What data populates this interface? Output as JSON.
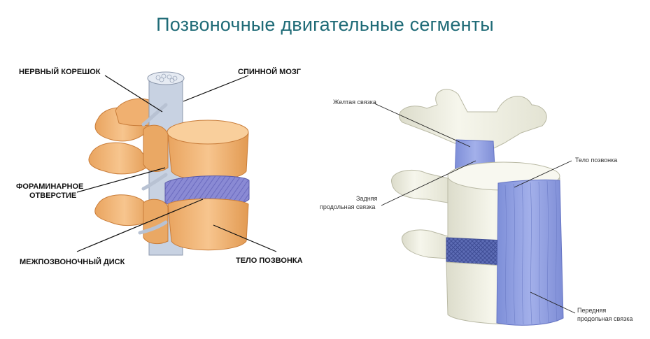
{
  "title": "Позвоночные двигательные сегменты",
  "left_figure": {
    "labels": {
      "nerve_root": "НЕРВНЫЙ КОРЕШОК",
      "spinal_cord": "СПИННОЙ МОЗГ",
      "foraminal_line1": "ФОРАМИНАРНОЕ",
      "foraminal_line2": "ОТВЕРСТИЕ",
      "disc": "МЕЖПОЗВОНОЧНЫЙ ДИСК",
      "vertebral_body": "ТЕЛО ПОЗВОНКА"
    },
    "colors": {
      "bone": "#f2b577",
      "bone_dark": "#d98a44",
      "disc": "#8f8fd6",
      "cord": "#c7d2e3"
    }
  },
  "right_figure": {
    "labels": {
      "yellow_ligament": "Желтая связка",
      "vertebral_body": "Тело позвонка",
      "posterior_line1": "Задняя",
      "posterior_line2": "продольная связка",
      "anterior_line1": "Передняя",
      "anterior_line2": "продольная связка"
    },
    "colors": {
      "bone": "#efeee0",
      "ligament": "#8f9ee0",
      "disc": "#5f6fb8"
    }
  }
}
